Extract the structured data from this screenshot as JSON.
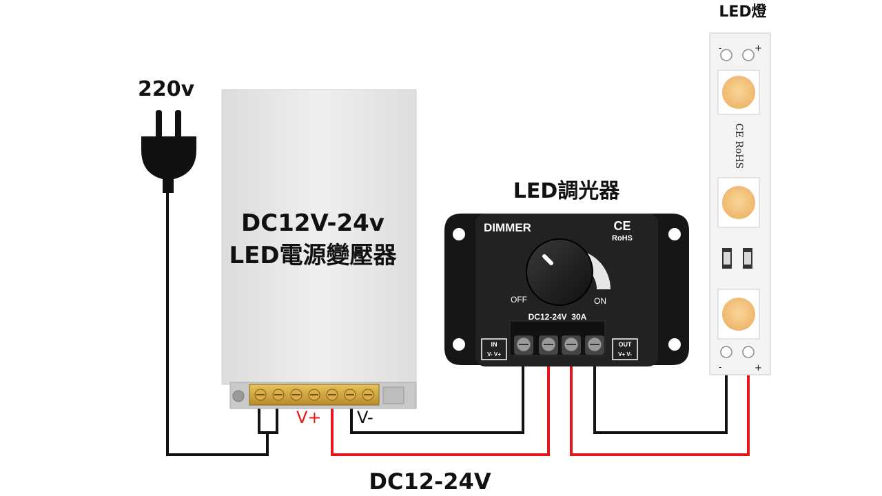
{
  "labels": {
    "ac_input": "220v",
    "psu_line1": "DC12V-24v",
    "psu_line2": "LED電源變壓器",
    "dimmer_title": "LED調光器",
    "strip_title": "LED燈",
    "bottom_voltage": "DC12-24V",
    "psu_vplus": "V+",
    "psu_vminus": "V-"
  },
  "dimmer": {
    "brand": "DIMMER",
    "ce": "CE",
    "rohs": "RoHS",
    "off": "OFF",
    "on": "ON",
    "rating": "DC12-24V  30A",
    "in_label": "IN",
    "in_pins": "V- V+",
    "out_label": "OUT",
    "out_pins": "V+ V-"
  },
  "strip": {
    "minus_top": "-",
    "plus_top": "+",
    "cert": "CE RoHS",
    "minus_bottom": "-",
    "plus_bottom": "+"
  },
  "colors": {
    "positive_wire": "#e8141c",
    "negative_wire": "#111111",
    "led_chip": "#f5c27d",
    "psu_body": "#e9e9e9",
    "dimmer_body": "#1e1e1e"
  }
}
